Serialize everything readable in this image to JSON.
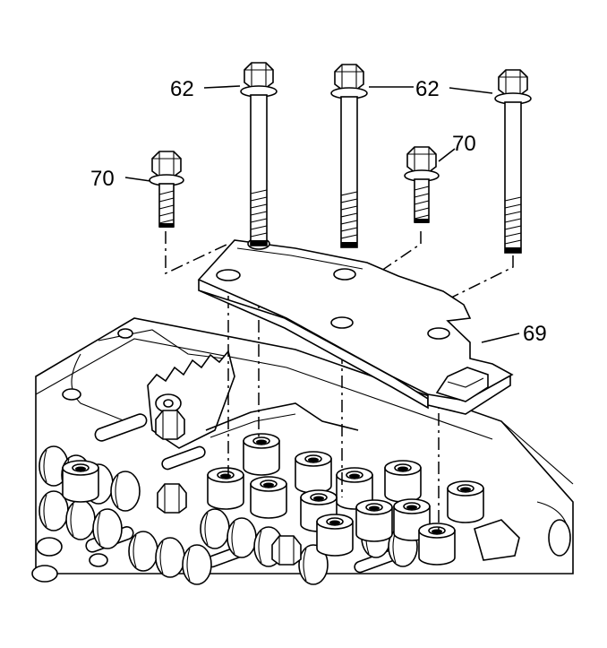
{
  "callouts": [
    {
      "id": "c62a",
      "text": "62"
    },
    {
      "id": "c62b",
      "text": "62"
    },
    {
      "id": "c70a",
      "text": "70"
    },
    {
      "id": "c70b",
      "text": "70"
    },
    {
      "id": "c69",
      "text": "69"
    }
  ],
  "colors": {
    "line": "#000000",
    "background": "#ffffff"
  }
}
